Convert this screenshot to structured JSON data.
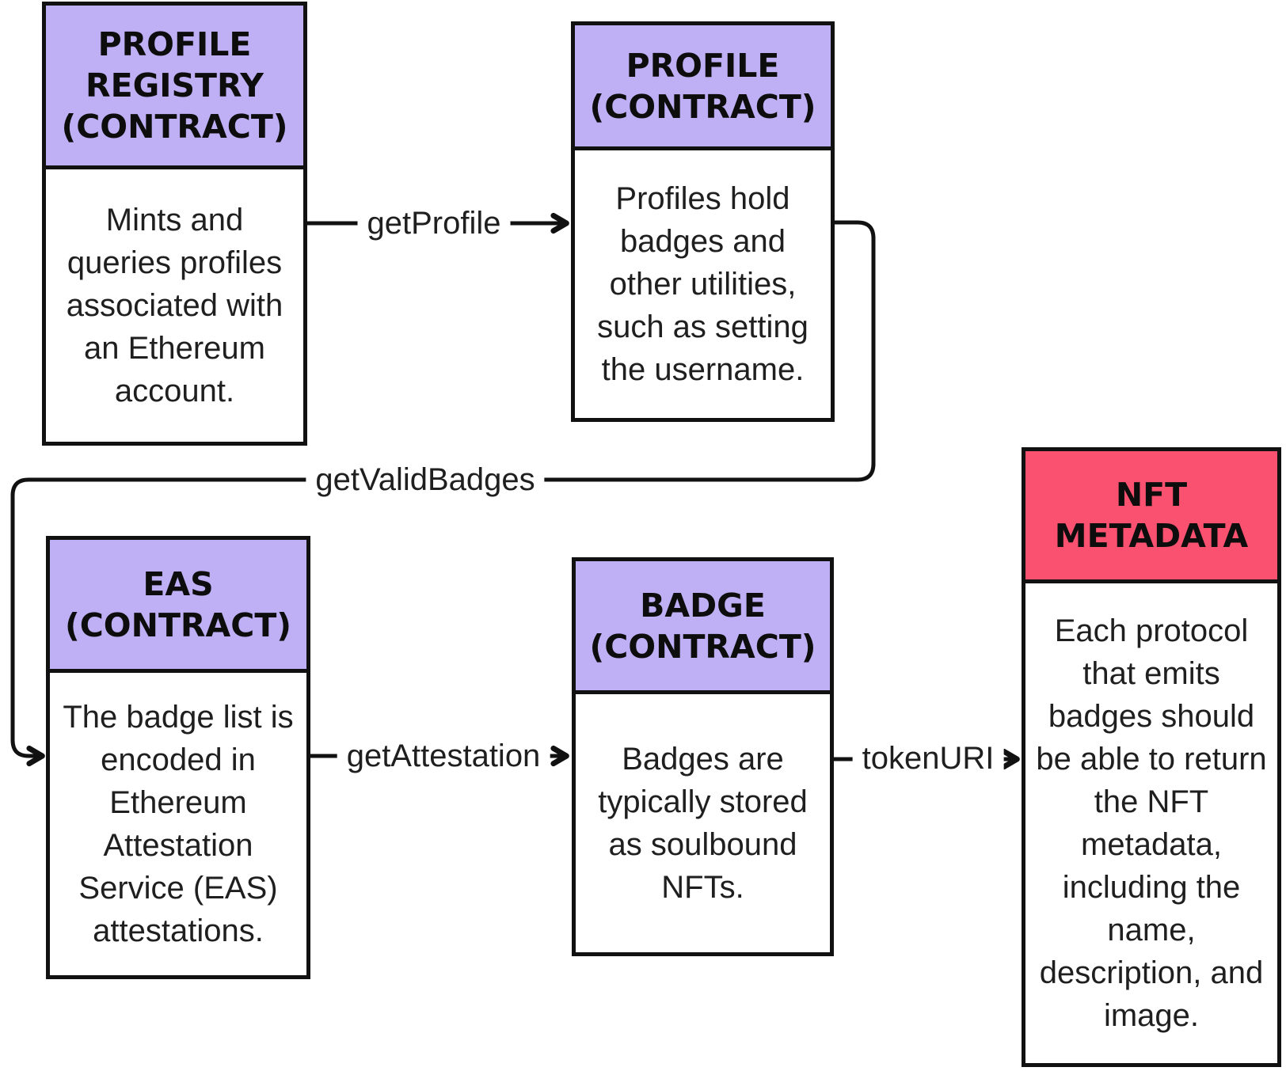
{
  "diagram": {
    "colors": {
      "purple_header": "#bfb0f5",
      "pink_header": "#fa5170",
      "line": "#111111",
      "background": "#ffffff"
    },
    "boxes": [
      {
        "id": "profile-registry",
        "title": "PROFILE\nREGISTRY\n(CONTRACT)",
        "body": "Mints and\nqueries profiles\nassociated with\nan Ethereum\naccount.",
        "header_color": "purple_header"
      },
      {
        "id": "profile",
        "title": "PROFILE\n(CONTRACT)",
        "body": "Profiles hold\nbadges and\nother utilities,\nsuch as setting\nthe username.",
        "header_color": "purple_header"
      },
      {
        "id": "eas",
        "title": "EAS\n(CONTRACT)",
        "body": "The badge list is\nencoded in\nEthereum\nAttestation\nService (EAS)\nattestations.",
        "header_color": "purple_header"
      },
      {
        "id": "badge",
        "title": "BADGE\n(CONTRACT)",
        "body": "Badges are\ntypically stored\nas soulbound\nNFTs.",
        "header_color": "purple_header"
      },
      {
        "id": "nft-metadata",
        "title": "NFT\nMETADATA",
        "body": "Each protocol\nthat emits\nbadges should\nbe able to return\nthe NFT\nmetadata,\nincluding the\nname,\ndescription, and\nimage.",
        "header_color": "pink_header"
      }
    ],
    "arrows": [
      {
        "id": "get-profile",
        "label": "getProfile"
      },
      {
        "id": "get-valid-badges",
        "label": "getValidBadges"
      },
      {
        "id": "get-attestation",
        "label": "getAttestation"
      },
      {
        "id": "token-uri",
        "label": "tokenURI"
      }
    ]
  }
}
